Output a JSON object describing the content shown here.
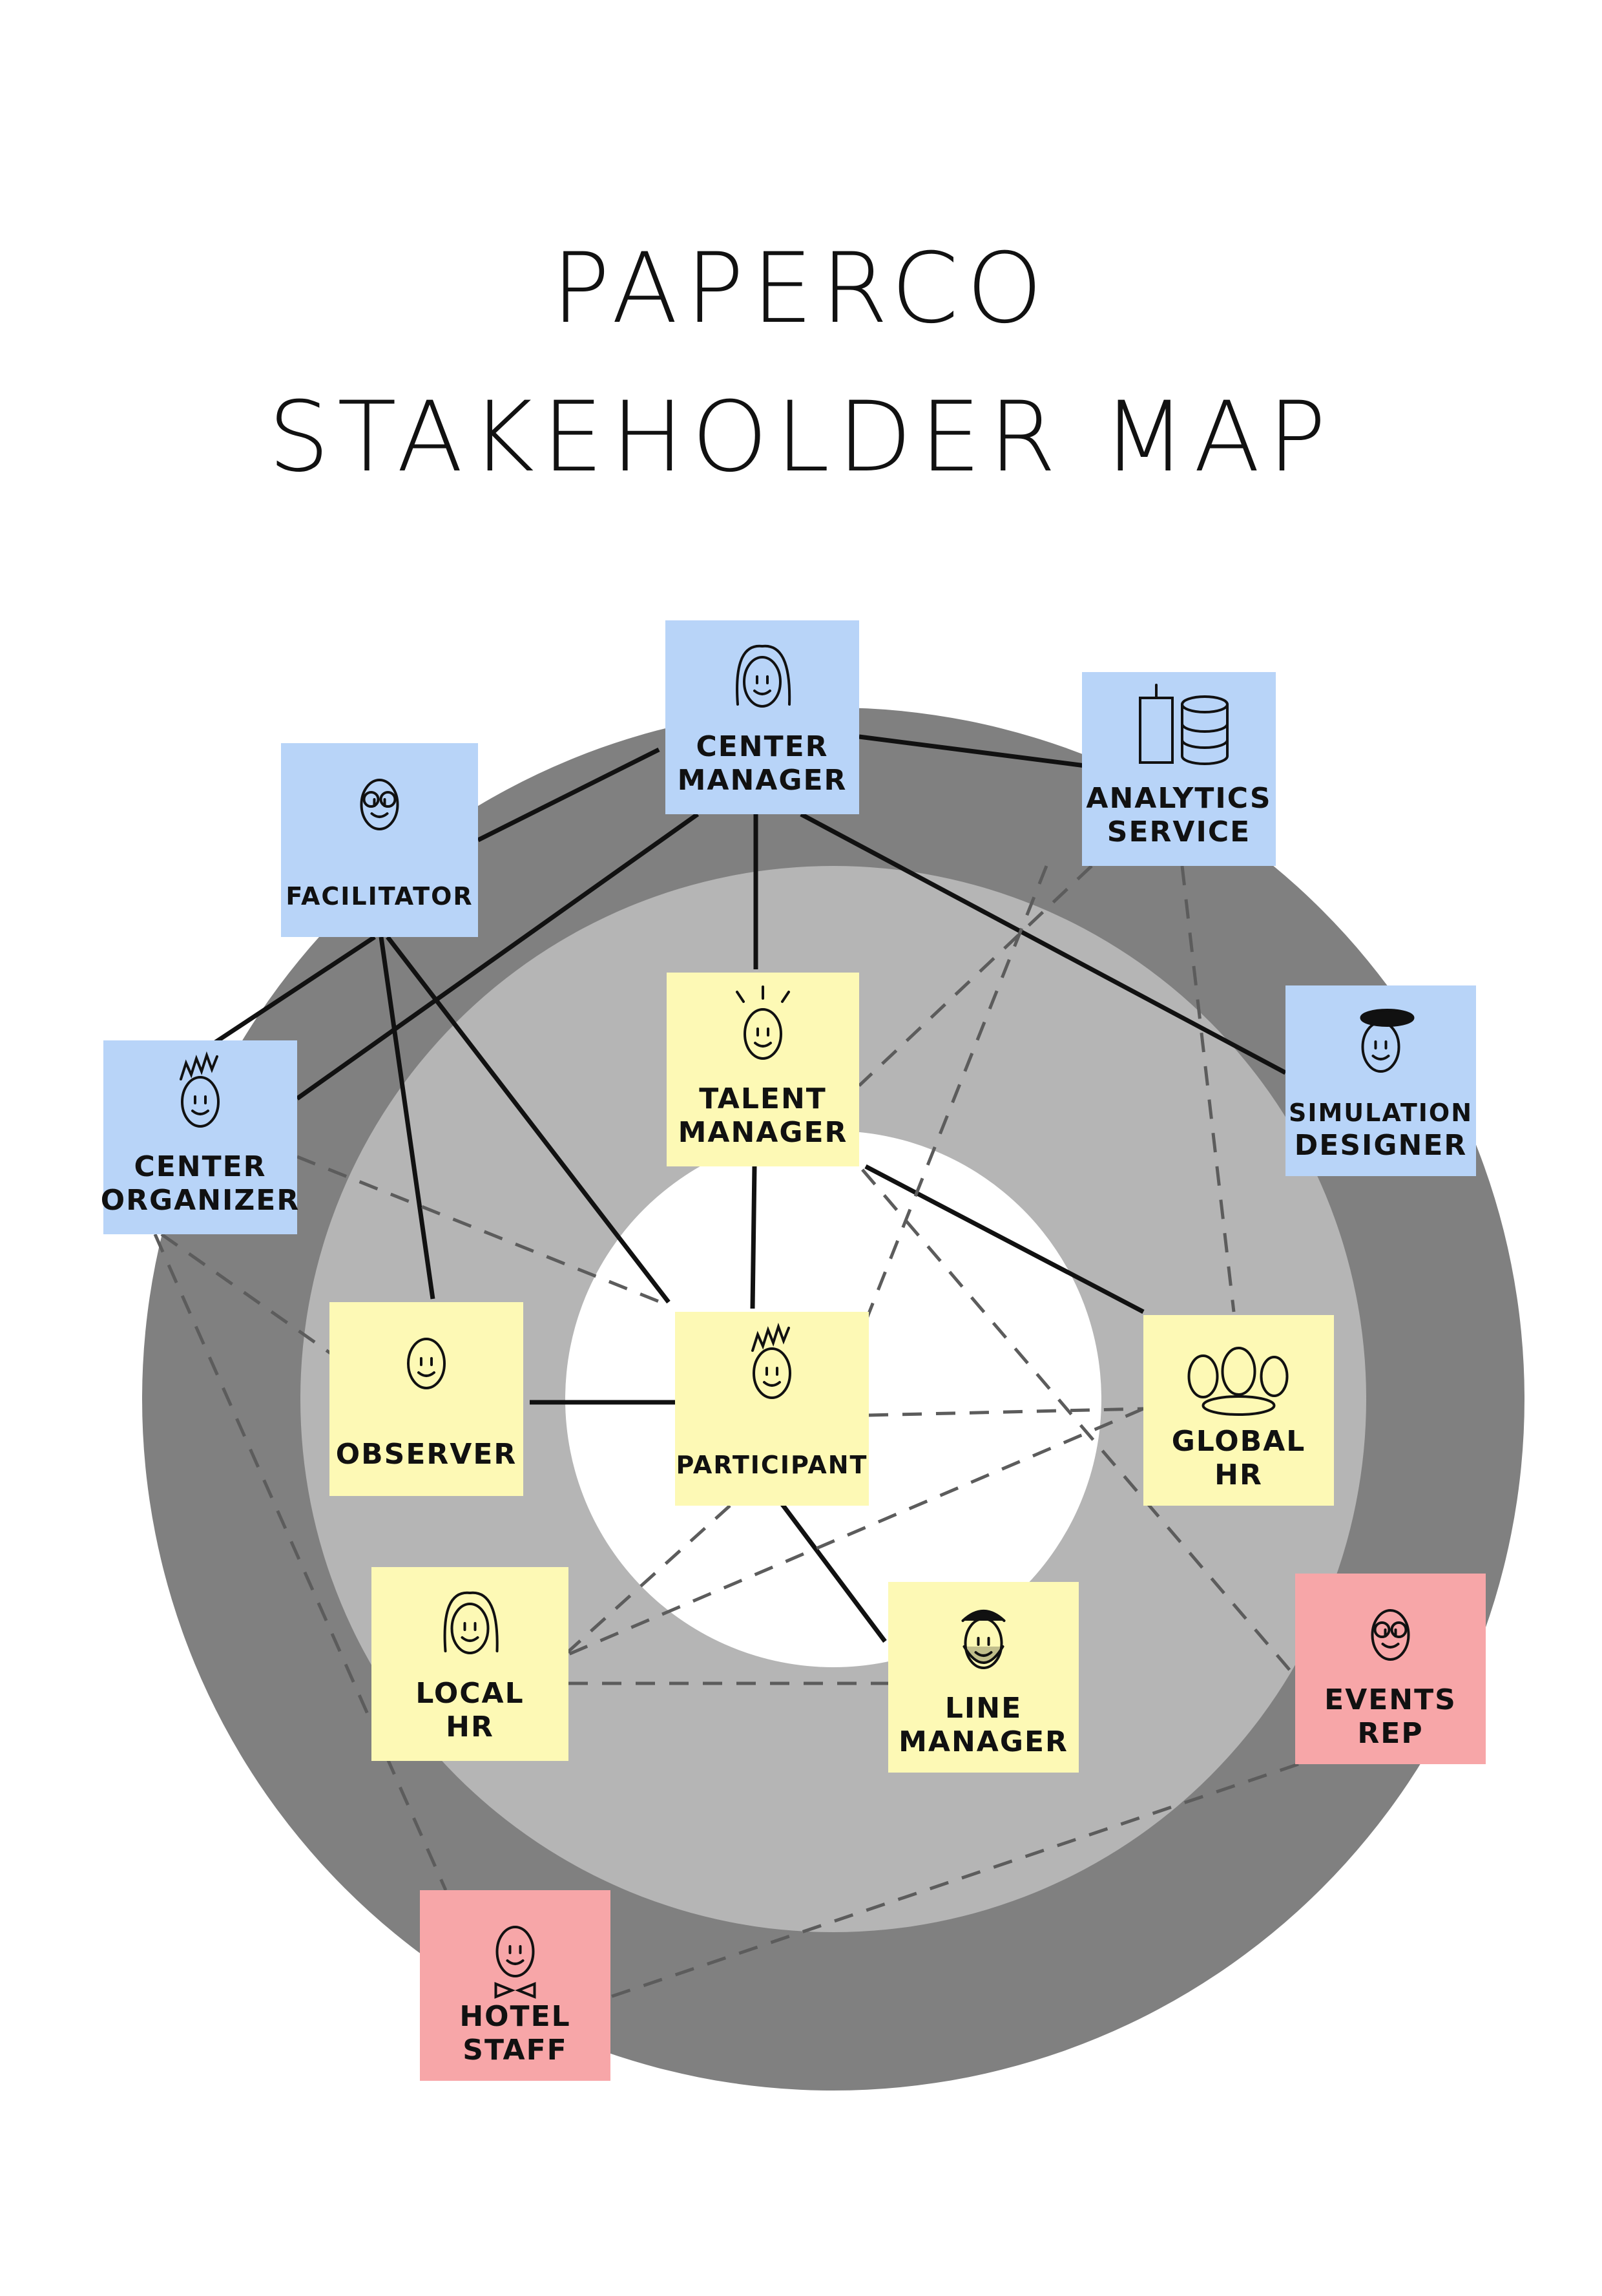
{
  "title": {
    "line1": "PAPERCO",
    "line2": "STAKEHOLDER MAP"
  },
  "colors": {
    "outer_ring": "#808080",
    "middle_ring": "#b5b5b5",
    "core": "#ffffff",
    "blue_note": "#b8d4f8",
    "yellow_note": "#fdf9b5",
    "pink_note": "#f7a6a8",
    "solid_line": "#111111",
    "dashed_line": "#5c5c5c"
  },
  "stakeholders": {
    "center_manager": {
      "lines": [
        "CENTER",
        "MANAGER"
      ],
      "icon": "long-hair-face-icon"
    },
    "analytics_service": {
      "lines": [
        "ANALYTICS",
        "SERVICE"
      ],
      "icon": "server-database-icon"
    },
    "facilitator": {
      "lines": [
        "FACILITATOR"
      ],
      "icon": "glasses-face-icon"
    },
    "simulation_designer": {
      "lines": [
        "SIMULATION",
        "DESIGNER"
      ],
      "icon": "beret-artist-icon"
    },
    "center_organizer": {
      "lines": [
        "CENTER",
        "ORGANIZER"
      ],
      "icon": "spiky-hair-face-icon"
    },
    "talent_manager": {
      "lines": [
        "TALENT",
        "MANAGER"
      ],
      "icon": "radiant-face-icon"
    },
    "observer": {
      "lines": [
        "OBSERVER"
      ],
      "icon": "observer-face-icon"
    },
    "participant": {
      "lines": [
        "PARTICIPANT"
      ],
      "icon": "spiky-hair-smile-icon"
    },
    "global_hr": {
      "lines": [
        "GLOBAL",
        "HR"
      ],
      "icon": "group-faces-icon"
    },
    "local_hr": {
      "lines": [
        "LOCAL",
        "HR"
      ],
      "icon": "curly-hair-face-icon"
    },
    "line_manager": {
      "lines": [
        "LINE",
        "MANAGER"
      ],
      "icon": "bearded-face-icon"
    },
    "events_rep": {
      "lines": [
        "EVENTS",
        "REP"
      ],
      "icon": "round-glasses-face-icon"
    },
    "hotel_staff": {
      "lines": [
        "HOTEL",
        "STAFF"
      ],
      "icon": "bowtie-face-icon"
    }
  }
}
